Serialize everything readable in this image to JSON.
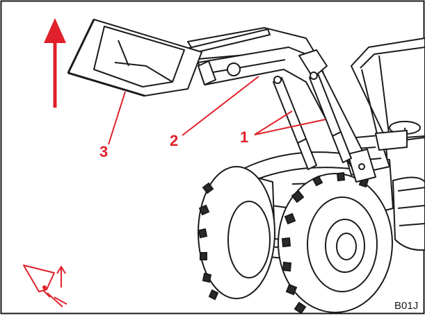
{
  "figure": {
    "callouts": [
      {
        "label": "1",
        "part": "lift-cylinders"
      },
      {
        "label": "2",
        "part": "loader-arm"
      },
      {
        "label": "3",
        "part": "bucket"
      }
    ],
    "figure_code": "B01J",
    "icons": {
      "motion_arrow": "up-arrow-icon",
      "bucket_symbol": "bucket-raise-icon"
    },
    "colors": {
      "accent": "#e0202a",
      "line": "#1a1a1a",
      "tire": "#2a2a2a"
    }
  }
}
